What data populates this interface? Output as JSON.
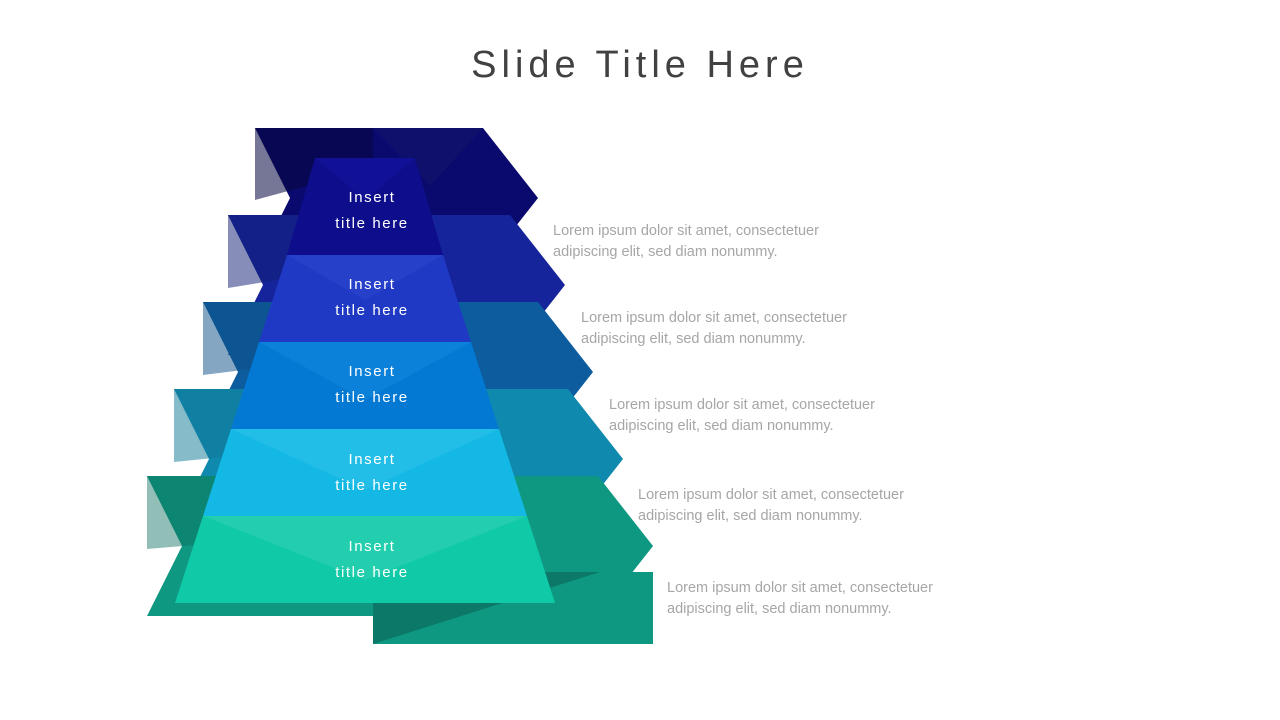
{
  "slide": {
    "title": "Slide Title Here",
    "title_color": "#414141",
    "background": "#ffffff"
  },
  "diagram": {
    "type": "layered-pyramid-infographic",
    "level_count": 5,
    "body_text_color": "#a6a6a6",
    "label_color": "#ffffff",
    "levels": [
      {
        "index": 1,
        "label_line1": "Insert",
        "label_line2": "title here",
        "body": "Lorem ipsum dolor sit amet, consectetuer\nadipiscing elit, sed diam nonummy.",
        "tier_color": "#0E0E8C",
        "tier_shade": "#12129B",
        "banner_color": "#0A0A6E",
        "banner_shade": "#05053F"
      },
      {
        "index": 2,
        "label_line1": "Insert",
        "label_here": "title here",
        "label_line2": "title here",
        "body": "Lorem ipsum dolor sit amet, consectetuer\nadipiscing elit, sed diam nonummy.",
        "tier_color": "#1F39C4",
        "tier_shade": "#2747CE",
        "banner_color": "#16249B",
        "banner_shade": "#101B74"
      },
      {
        "index": 3,
        "label_line1": "Insert",
        "label_line2": "title here",
        "body": "Lorem ipsum dolor sit amet, consectetuer\nadipiscing elit, sed diam nonummy.",
        "tier_color": "#0479D4",
        "tier_shade": "#0E86DC",
        "banner_color": "#0D5C9E",
        "banner_shade": "#0B4D85"
      },
      {
        "index": 4,
        "label_line1": "Insert",
        "label_line2": "title here",
        "body": "Lorem ipsum dolor sit amet, consectetuer\nadipiscing elit, sed diam nonummy.",
        "tier_color": "#13B8E4",
        "tier_shade": "#2BC2E8",
        "banner_color": "#1089AE",
        "banner_shade": "#0E7894"
      },
      {
        "index": 5,
        "label_line1": "Insert",
        "label_line2": "title here",
        "body": "Lorem ipsum dolor sit amet, consectetuer\nadipiscing elit, sed diam nonummy.",
        "tier_color": "#10C9A6",
        "tier_shade": "#2FD3B4",
        "banner_color": "#0E9882",
        "banner_shade": "#0B6E5F"
      }
    ]
  }
}
